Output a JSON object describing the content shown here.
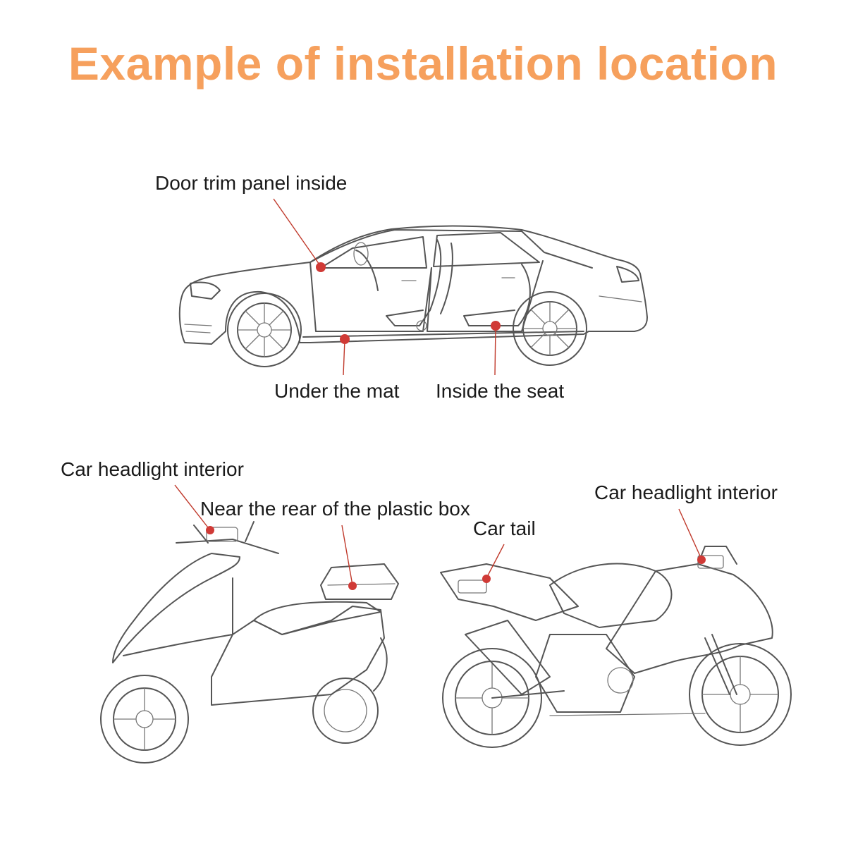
{
  "title": "Example of installation location",
  "labels": {
    "door_trim": "Door trim panel inside",
    "under_mat": "Under the mat",
    "inside_seat": "Inside the seat",
    "scooter_headlight": "Car headlight interior",
    "plastic_box": "Near the rear of the plastic box",
    "car_tail": "Car tail",
    "moto_headlight": "Car headlight interior"
  },
  "colors": {
    "title": "#f6a05d",
    "marker": "#d03a36",
    "line_art": "#555555"
  }
}
